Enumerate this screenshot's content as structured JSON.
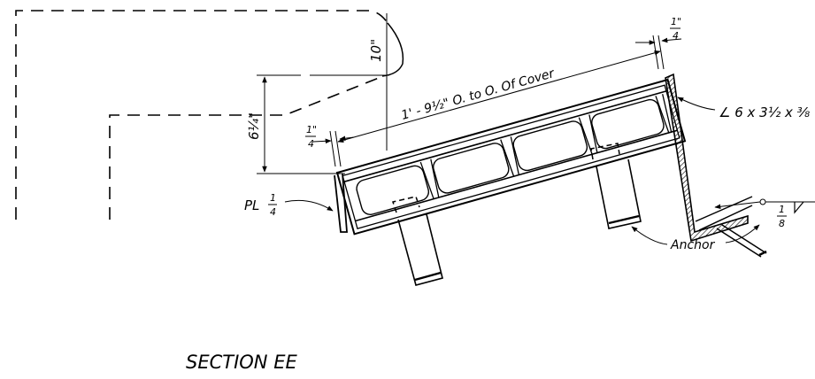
{
  "drawing": {
    "section_title": "SECTION EE",
    "dim_top_thickness": "1\"",
    "dim_top_thickness_den": "4",
    "dim_length": "1' - 9½\" O. to O. Of Cover",
    "dim_height_10": "10\"",
    "dim_height_6": "6¼\"",
    "dim_left_thickness": "1\"",
    "dim_left_thickness_den": "4",
    "label_plate": "PL",
    "label_plate_num": "1",
    "label_plate_den": "4",
    "label_angle": "∠ 6 x 3½ x ⅜",
    "label_anchor": "Anchor",
    "label_weld_num": "1",
    "label_weld_den": "8"
  }
}
